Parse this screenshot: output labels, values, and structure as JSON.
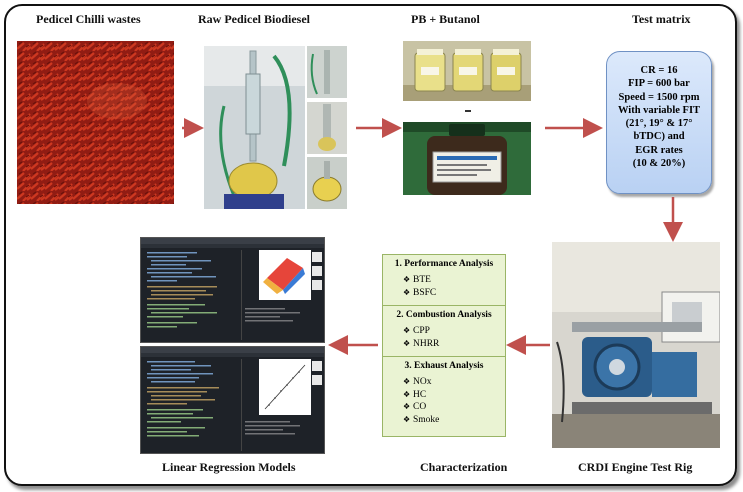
{
  "labels": {
    "chilli": "Pedicel Chilli wastes",
    "biodiesel": "Raw Pedicel Biodiesel",
    "blend": "PB + Butanol",
    "matrix": "Test matrix",
    "regression": "Linear Regression Models",
    "characterization": "Characterization",
    "engine": "CRDI Engine Test Rig"
  },
  "test_matrix": {
    "lines": [
      "CR = 16",
      "FIP = 600 bar",
      "Speed = 1500 rpm",
      "With variable FIT",
      "(21°, 19° & 17°",
      "bTDC) and",
      "EGR rates",
      "(10 & 20%)"
    ]
  },
  "characterization": {
    "sections": [
      {
        "title": "1. Performance Analysis",
        "items": [
          "BTE",
          "BSFC"
        ]
      },
      {
        "title": "2. Combustion Analysis",
        "items": [
          "CPP",
          "NHRR"
        ]
      },
      {
        "title": "3. Exhaust Analysis",
        "items": [
          "NOx",
          "HC",
          "CO",
          "Smoke"
        ]
      }
    ]
  },
  "colors": {
    "arrow": "#c0504d",
    "matrix_fill": "#c5d9f1",
    "char_fill": "#eaf3d3"
  },
  "icons": {
    "bullet": "diamond-bullet-icon"
  }
}
